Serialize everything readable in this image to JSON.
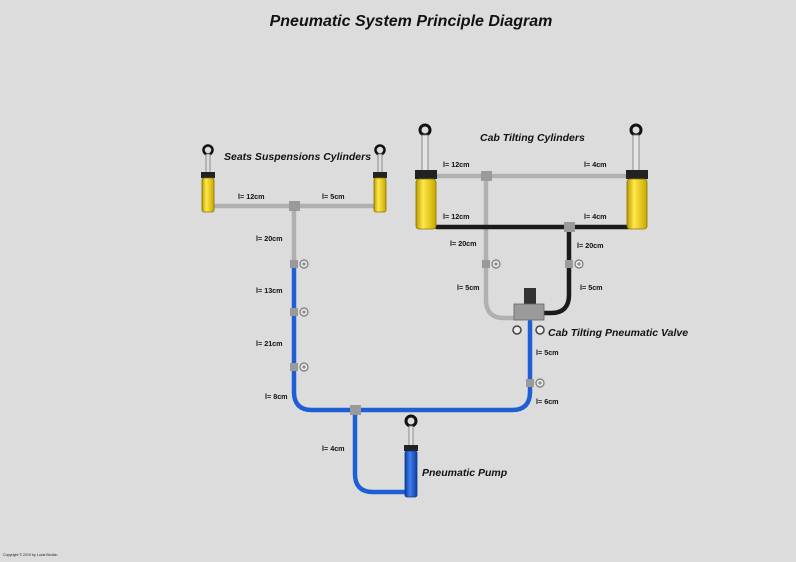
{
  "title": "Pneumatic System Principle Diagram",
  "labels": {
    "seats": "Seats Suspensions Cylinders",
    "cab_cyl": "Cab Tilting Cylinders",
    "valve": "Cab Tilting Pneumatic Valve",
    "pump": "Pneumatic Pump"
  },
  "lengths": {
    "seat_left": "l= 12cm",
    "seat_right": "l= 5cm",
    "seat_drop": "l= 20cm",
    "blue_13": "l= 13cm",
    "blue_21": "l= 21cm",
    "blue_8": "l= 8cm",
    "pump_4": "l= 4cm",
    "cab_top_left": "l= 12cm",
    "cab_top_right": "l= 4cm",
    "cab_bot_left": "l= 12cm",
    "cab_bot_right": "l= 4cm",
    "cab_grey_20": "l= 20cm",
    "cab_black_20": "l= 20cm",
    "cab_grey_5": "l= 5cm",
    "cab_black_5": "l= 5cm",
    "valve_5": "l= 5cm",
    "valve_6": "l= 6cm"
  },
  "copyright": "Copyright © 2019 by Lucia Bedich",
  "colors": {
    "background": "#dcdcdc",
    "grey_hose": "#b4b4b4",
    "blue_hose": "#1f5fd6",
    "black_hose": "#1a1a1a",
    "cylinder_yellow": "#f2d21b",
    "pump_blue": "#1f5fd6"
  }
}
